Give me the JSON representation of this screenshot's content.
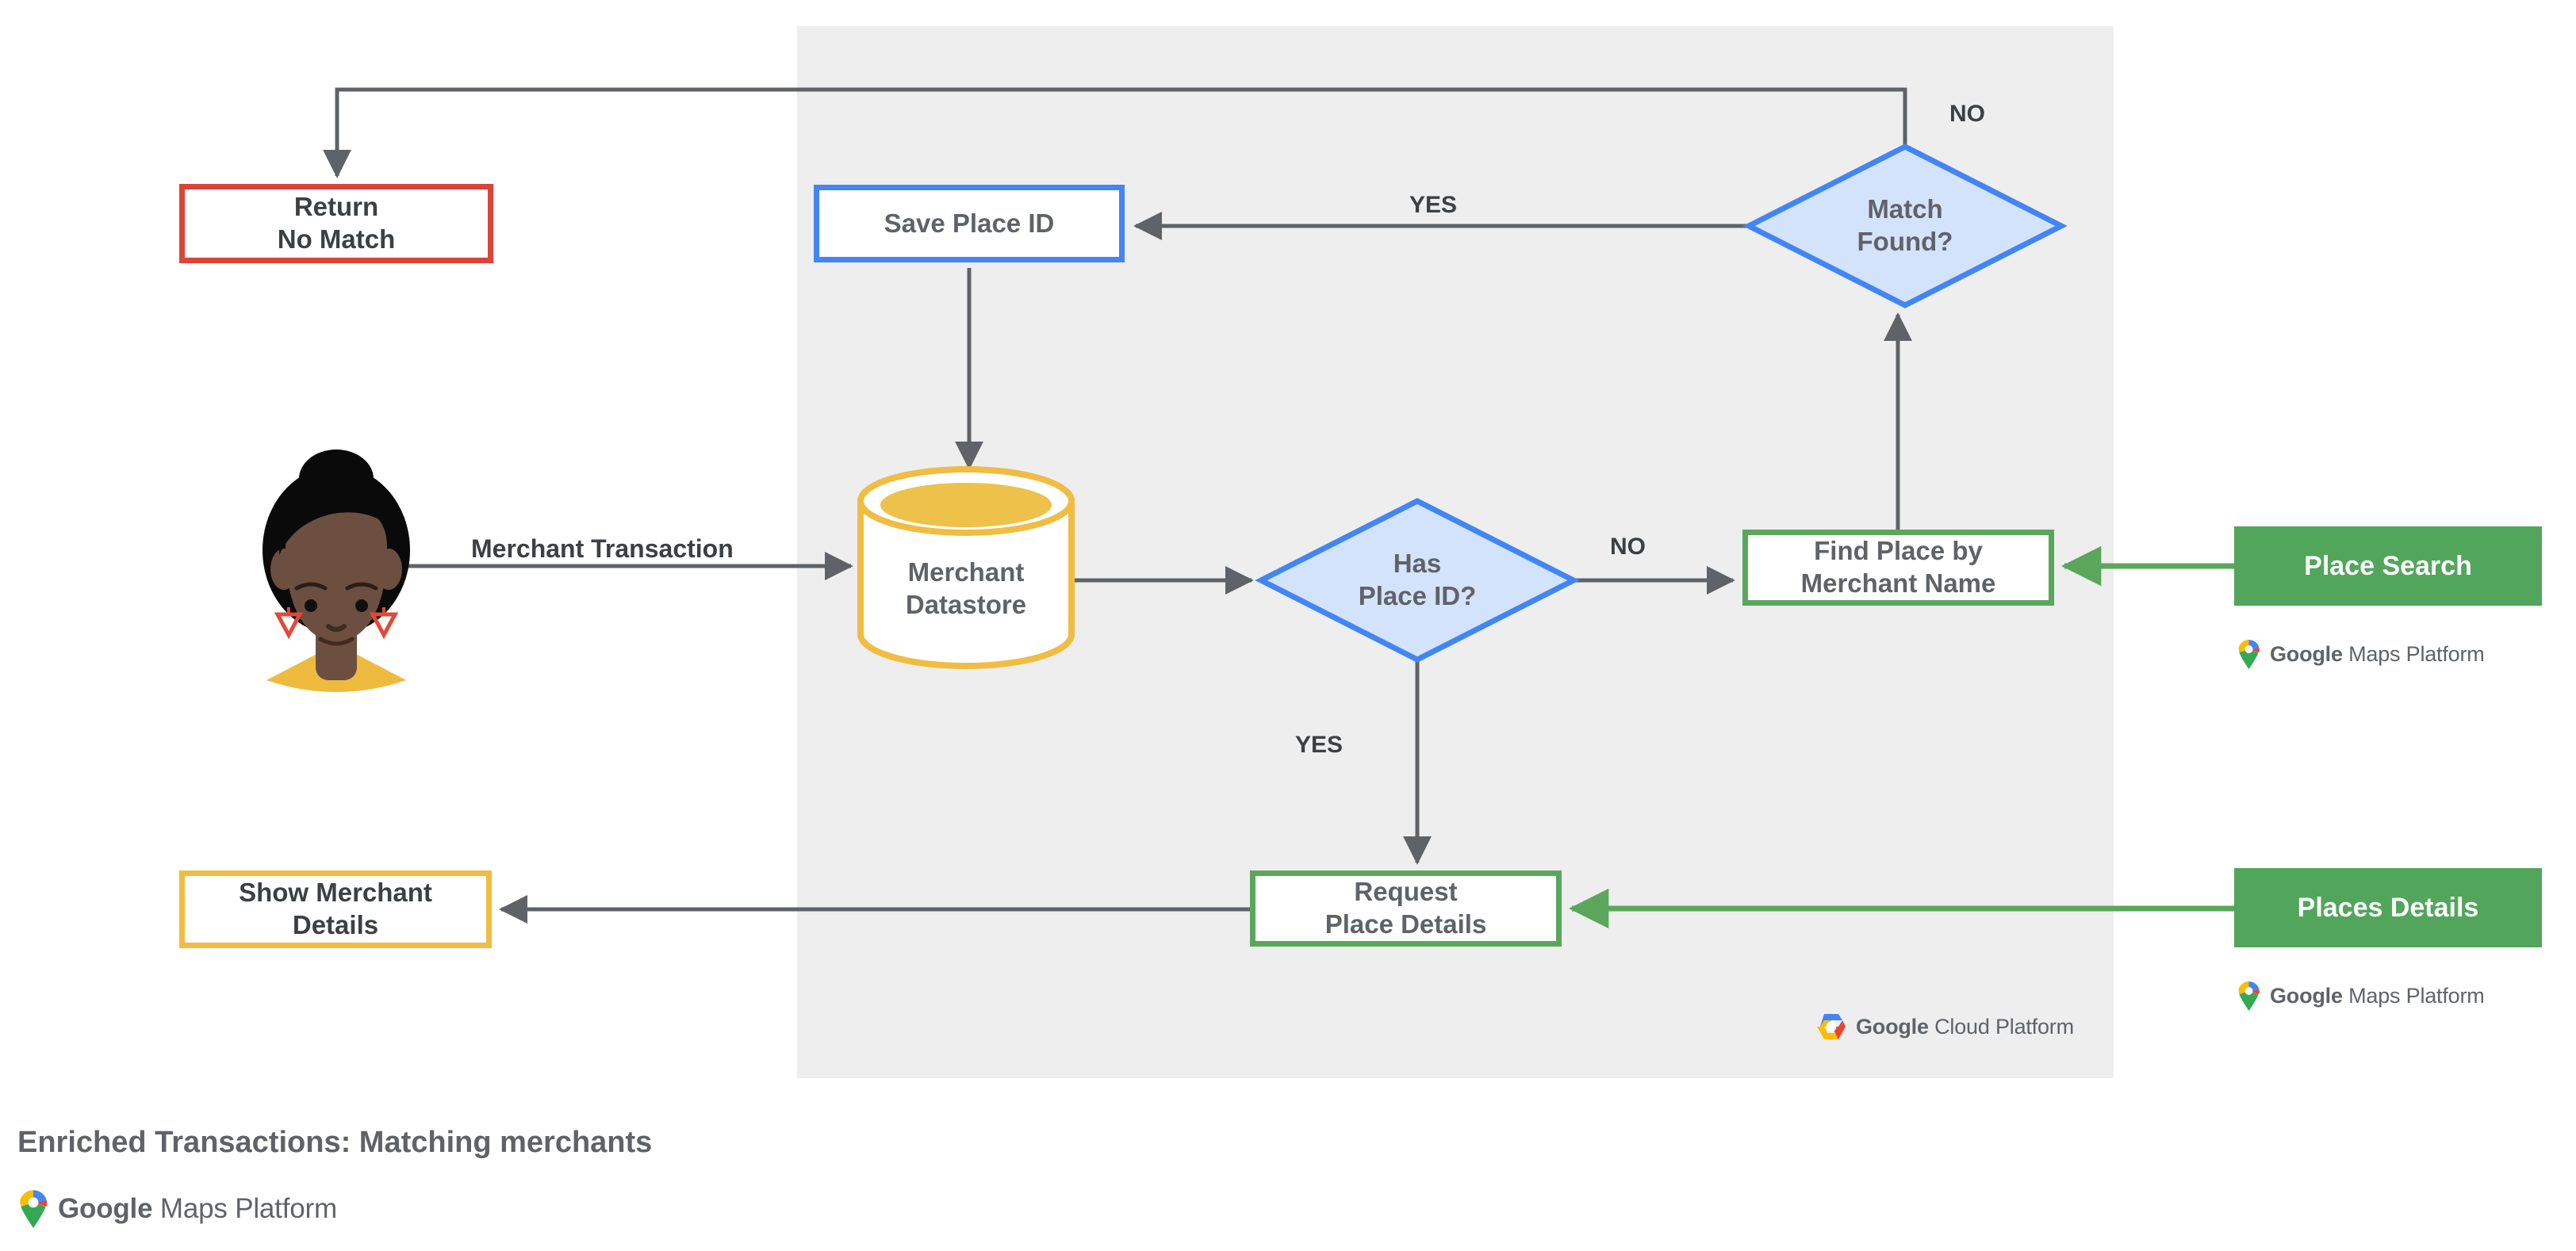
{
  "diagram": {
    "title": "Enriched Transactions: Matching merchants",
    "panel": {
      "name": "Google Cloud Platform",
      "logo_label": "Google Cloud Platform"
    },
    "nodes": {
      "return_no_match": {
        "line1": "Return",
        "line2": "No Match",
        "border_color": "#db4437"
      },
      "save_place_id": {
        "label": "Save Place ID",
        "border_color": "#4285f4"
      },
      "match_found": {
        "line1": "Match",
        "line2": "Found?",
        "fill": "#d4e3fc",
        "border_color": "#4285f4"
      },
      "merchant_datastore": {
        "line1": "Merchant",
        "line2": "Datastore",
        "border_color": "#f0bd42"
      },
      "has_place_id": {
        "line1": "Has",
        "line2": "Place ID?",
        "fill": "#d4e3fc",
        "border_color": "#4285f4"
      },
      "find_place": {
        "line1": "Find Place by",
        "line2": "Merchant Name",
        "border_color": "#5aa75c"
      },
      "request_place_details": {
        "line1": "Request",
        "line2": "Place Details",
        "border_color": "#5aa75c"
      },
      "show_merchant_details": {
        "line1": "Show Merchant",
        "line2": "Details",
        "border_color": "#f0bd42"
      },
      "place_search": {
        "label": "Place Search",
        "fill": "#52a65c",
        "text_color": "#ffffff"
      },
      "places_details": {
        "label": "Places Details",
        "fill": "#52a65c",
        "text_color": "#ffffff"
      }
    },
    "edge_labels": {
      "merchant_transaction": "Merchant Transaction",
      "yes_to_save": "YES",
      "no_from_match": "NO",
      "no_from_has_place_id": "NO",
      "yes_from_has_place_id": "YES"
    },
    "branding": {
      "maps_platform_google": "Google",
      "maps_platform_rest": " Maps Platform",
      "cloud_platform_google": "Google",
      "cloud_platform_rest": " Cloud Platform"
    },
    "colors": {
      "panel_bg": "#eeeeee",
      "wire": "#5f6368",
      "green_wire": "#5aa75c",
      "red": "#db4437",
      "blue": "#4285f4",
      "yellow": "#f0bd42",
      "green": "#52a65c",
      "text": "#5f6368"
    }
  }
}
